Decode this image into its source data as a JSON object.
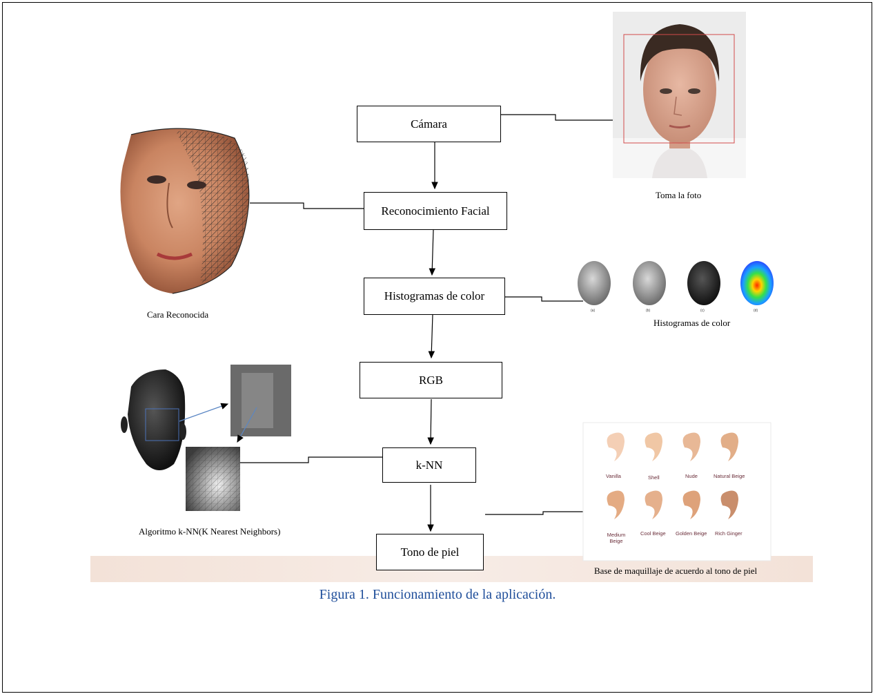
{
  "boxes": {
    "camara": "Cámara",
    "reconocimiento": "Reconocimiento  Facial",
    "histogramas": "Histogramas  de color",
    "rgb": "RGB",
    "knn": "k-NN",
    "tono": "Tono de piel"
  },
  "captions": {
    "toma_foto": "Toma la foto",
    "cara_reconocida": "Cara Reconocida",
    "histogramas_color": "Histogramas de color",
    "algoritmo_knn": "Algoritmo k-NN(K Nearest Neighbors)",
    "base_maquillaje": "Base de maquillaje de acuerdo al tono de piel"
  },
  "swatches": [
    "Vanilla",
    "Shell",
    "Nude",
    "Natural Beige",
    "Medium Beige",
    "Cool Beige",
    "Golden Beige",
    "Rich Ginger"
  ],
  "histogram_panel_labels": [
    "(a)",
    "(b)",
    "(c)",
    "(d)"
  ],
  "figure_caption": "Figura 1.  Funcionamiento de la aplicación."
}
